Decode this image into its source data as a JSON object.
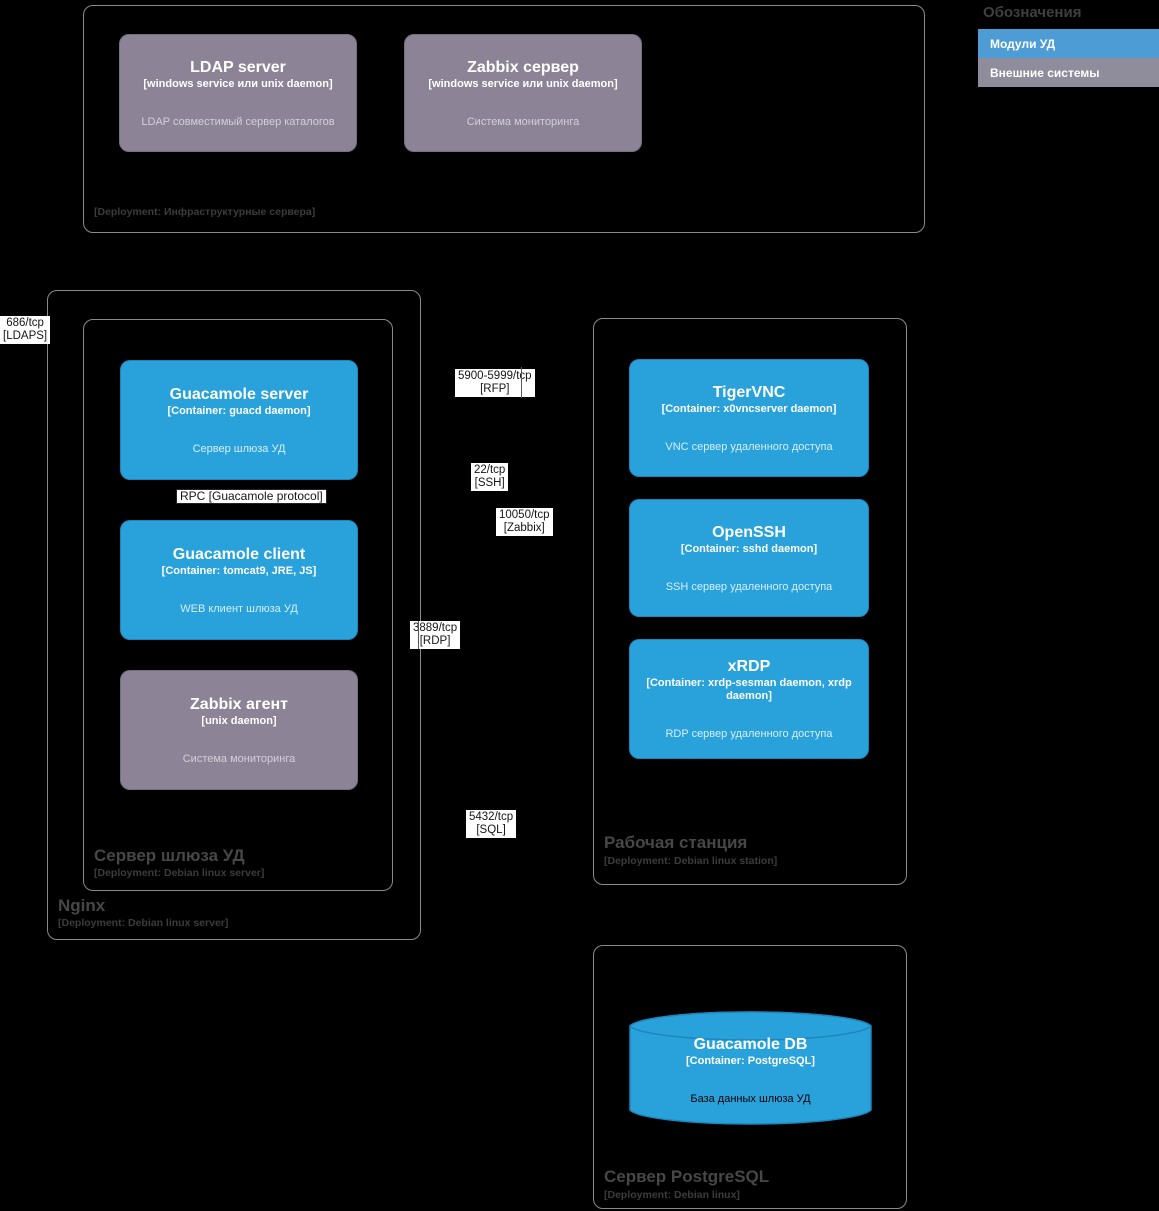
{
  "legend": {
    "title": "Обозначения",
    "items": [
      {
        "label": "Модули УД",
        "type": "blue"
      },
      {
        "label": "Внешние системы",
        "type": "gray"
      }
    ]
  },
  "colors": {
    "background": "#000000",
    "module_blue": "#29A2DC",
    "module_gray": "#8C8496",
    "legend_blue": "#4E9CD5",
    "legend_gray": "#8F8C9B",
    "container_border": "#8A8A8A",
    "chip_background": "#FFFFFF"
  },
  "containers": {
    "infra": {
      "deployment": "[Deployment: Инфраструктурные сервера]"
    },
    "nginx": {
      "title": "Nginx",
      "deployment": "[Deployment: Debian linux server]"
    },
    "gateway": {
      "title": "Сервер шлюза УД",
      "deployment": "[Deployment: Debian linux server]"
    },
    "workstation": {
      "title": "Рабочая станция",
      "deployment": "[Deployment: Debian linux station]"
    },
    "postgres": {
      "title": "Сервер PostgreSQL",
      "deployment": "[Deployment: Debian linux]"
    }
  },
  "nodes": {
    "ldap": {
      "title": "LDAP server",
      "tech": "[windows service или unix daemon]",
      "desc": "LDAP совместимый сервер каталогов",
      "kind": "gray"
    },
    "zabbix_server": {
      "title": "Zabbix сервер",
      "tech": "[windows service или unix daemon]",
      "desc": "Система мониторинга",
      "kind": "gray"
    },
    "guac_server": {
      "title": "Guacamole server",
      "tech": "[Container: guacd daemon]",
      "desc": "Сервер шлюза УД",
      "kind": "blue"
    },
    "guac_client": {
      "title": "Guacamole client",
      "tech": "[Container: tomcat9, JRE, JS]",
      "desc": "WEB клиент шлюза УД",
      "kind": "blue"
    },
    "zabbix_agent": {
      "title": "Zabbix агент",
      "tech": "[unix daemon]",
      "desc": "Система мониторинга",
      "kind": "gray"
    },
    "tigervnc": {
      "title": "TigerVNC",
      "tech": "[Container: x0vncserver daemon]",
      "desc": "VNC сервер удаленного доступа",
      "kind": "blue"
    },
    "openssh": {
      "title": "OpenSSH",
      "tech": "[Container: sshd daemon]",
      "desc": "SSH сервер удаленного доступа",
      "kind": "blue"
    },
    "xrdp": {
      "title": "xRDP",
      "tech": "[Container: xrdp-sesman daemon, xrdp daemon]",
      "desc": "RDP сервер удаленного доступа",
      "kind": "blue"
    },
    "guac_db": {
      "title": "Guacamole DB",
      "tech": "[Container: PostgreSQL]",
      "desc": "База данных шлюза УД",
      "kind": "blue"
    }
  },
  "edges": {
    "rpc": "RPC [Guacamole protocol]",
    "ldaps": {
      "line1": "686/tcp",
      "line2": "[LDAPS]"
    },
    "rfp": {
      "line1": "5900-5999/tcp",
      "line2": "[RFP]"
    },
    "ssh": {
      "line1": "22/tcp",
      "line2": "[SSH]"
    },
    "zabbix": {
      "line1": "10050/tcp",
      "line2": "[Zabbix]"
    },
    "rdp": {
      "line1": "3889/tcp",
      "line2": "[RDP]"
    },
    "sql": {
      "line1": "5432/tcp",
      "line2": "[SQL]"
    }
  }
}
